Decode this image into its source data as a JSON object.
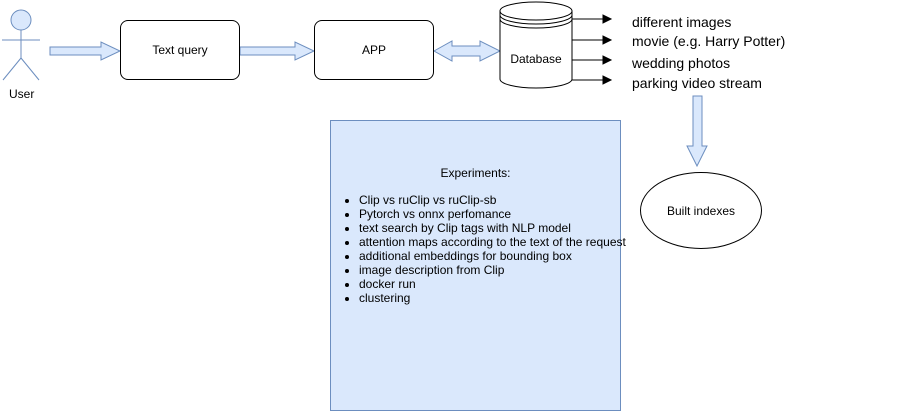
{
  "actor": {
    "label": "User"
  },
  "nodes": {
    "text_query": "Text query",
    "app": "APP",
    "database": "Database",
    "built_indexes": "Built indexes"
  },
  "outputs": [
    "different images",
    "movie (e.g. Harry Potter)",
    "wedding photos",
    "parking video stream"
  ],
  "experiments": {
    "title": "Experiments:",
    "items": [
      "Clip vs ruClip vs ruClip-sb",
      "Pytorch vs onnx perfomance",
      "text search by Clip tags with NLP model",
      "attention maps according to the text of the request",
      "additional embeddings for bounding box",
      "image description from Clip",
      "docker run",
      "clustering"
    ]
  },
  "colors": {
    "arrow_fill": "#dae8fc",
    "arrow_stroke": "#6c8ebf",
    "experiments_fill": "#dae8fc",
    "experiments_stroke": "#6c8ebf"
  }
}
